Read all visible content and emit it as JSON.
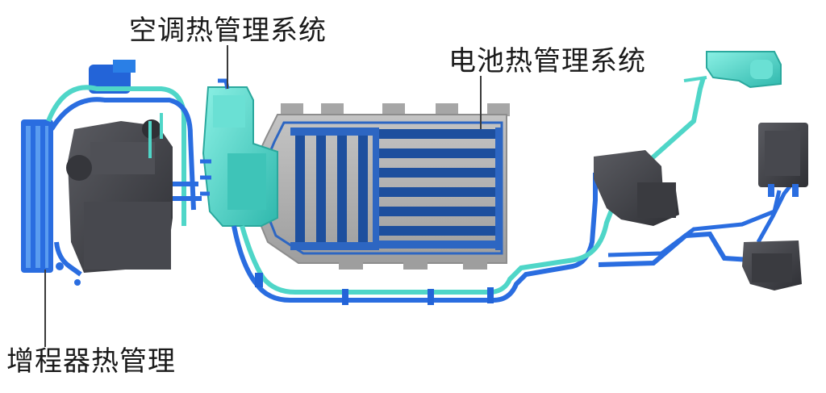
{
  "labels": {
    "ac_thermal": "空调热管理系统",
    "battery_thermal": "电池热管理系统",
    "range_extender_thermal": "增程器热管理"
  },
  "colors": {
    "text": "#1a1a1a",
    "leader_line": "#3a3a3a",
    "pipe_blue": "#1f5fd0",
    "pipe_light_blue": "#2a7fe6",
    "pipe_cyan": "#4fd6c8",
    "pipe_cyan_light": "#7ee6da",
    "component_dark": "#3d3d42",
    "component_mid": "#55565c",
    "battery_tray": "#b3b3b3",
    "battery_tray_dark": "#8d8d8d",
    "battery_plate_blue": "#1d4f9e",
    "battery_plate_stripe": "#2d66c2"
  }
}
